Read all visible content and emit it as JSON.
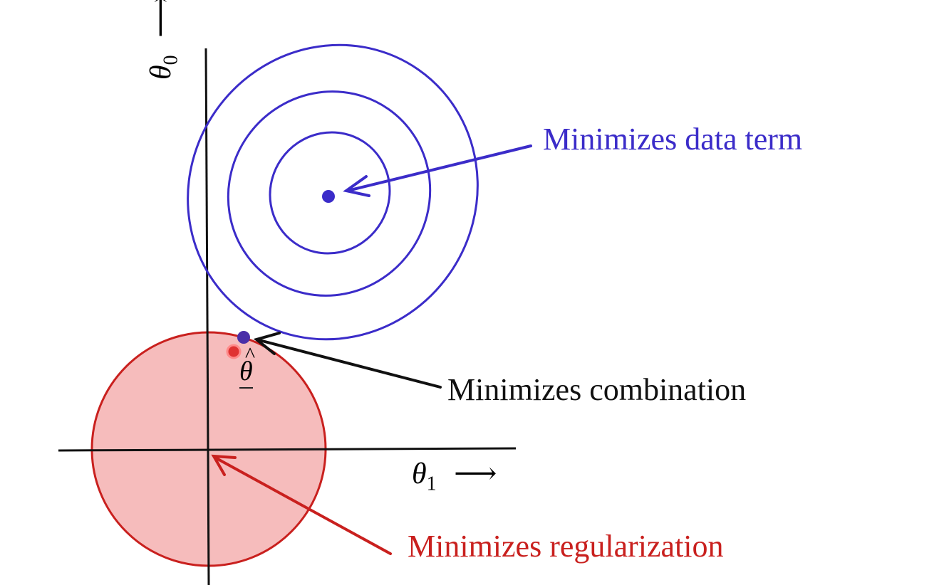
{
  "colors": {
    "data_term": "#3b2cc9",
    "regularization": "#c9201e",
    "regularization_fill": "#f6bcbc",
    "combination": "#111111",
    "axes": "#111111"
  },
  "axes": {
    "x_label": "θ",
    "x_sub": "1",
    "x_arrow": "⟶",
    "y_label": "θ",
    "y_sub": "0",
    "y_arrow": "⟶"
  },
  "labels": {
    "data_term": "Minimizes data term",
    "combination": "Minimizes combination",
    "regularization": "Minimizes regularization",
    "theta_hat": "θ",
    "hat": "^"
  }
}
